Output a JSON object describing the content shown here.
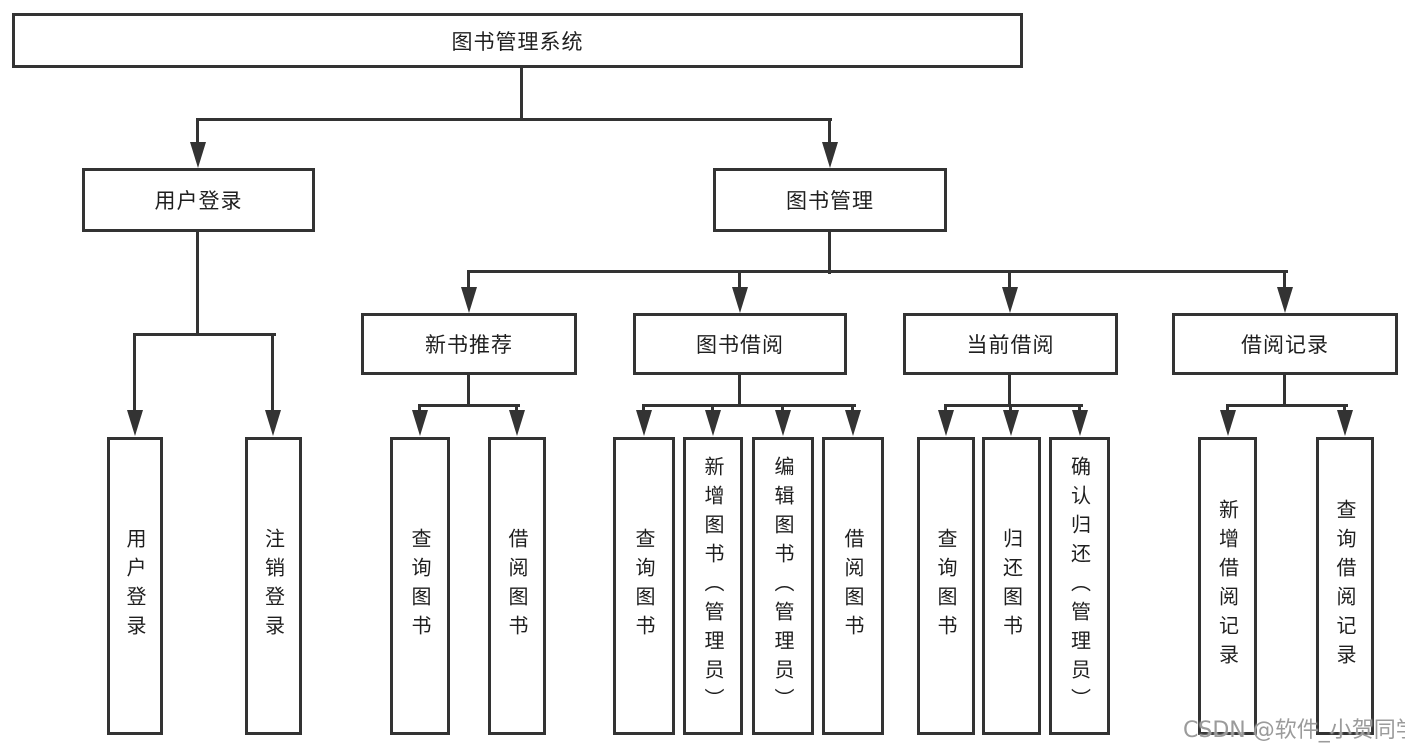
{
  "title": "图书管理系统",
  "watermark": "CSDN @软件_小贺同学",
  "colors": {
    "line": "#333333",
    "box_border": "#333333",
    "text": "#1f1f1f",
    "watermark": "#9b9b9b",
    "background": "#ffffff"
  },
  "tree": {
    "root": {
      "label": "图书管理系统"
    },
    "branches": [
      {
        "label": "用户登录",
        "children": [
          {
            "label": "用户登录"
          },
          {
            "label": "注销登录"
          }
        ]
      },
      {
        "label": "图书管理",
        "children": [
          {
            "label": "新书推荐",
            "children": [
              {
                "label": "查询图书"
              },
              {
                "label": "借阅图书"
              }
            ]
          },
          {
            "label": "图书借阅",
            "children": [
              {
                "label": "查询图书"
              },
              {
                "label": "新增图书（管理员）"
              },
              {
                "label": "编辑图书（管理员）"
              },
              {
                "label": "借阅图书"
              }
            ]
          },
          {
            "label": "当前借阅",
            "children": [
              {
                "label": "查询图书"
              },
              {
                "label": "归还图书"
              },
              {
                "label": "确认归还（管理员）"
              }
            ]
          },
          {
            "label": "借阅记录",
            "children": [
              {
                "label": "新增借阅记录"
              },
              {
                "label": "查询借阅记录"
              }
            ]
          }
        ]
      }
    ]
  }
}
